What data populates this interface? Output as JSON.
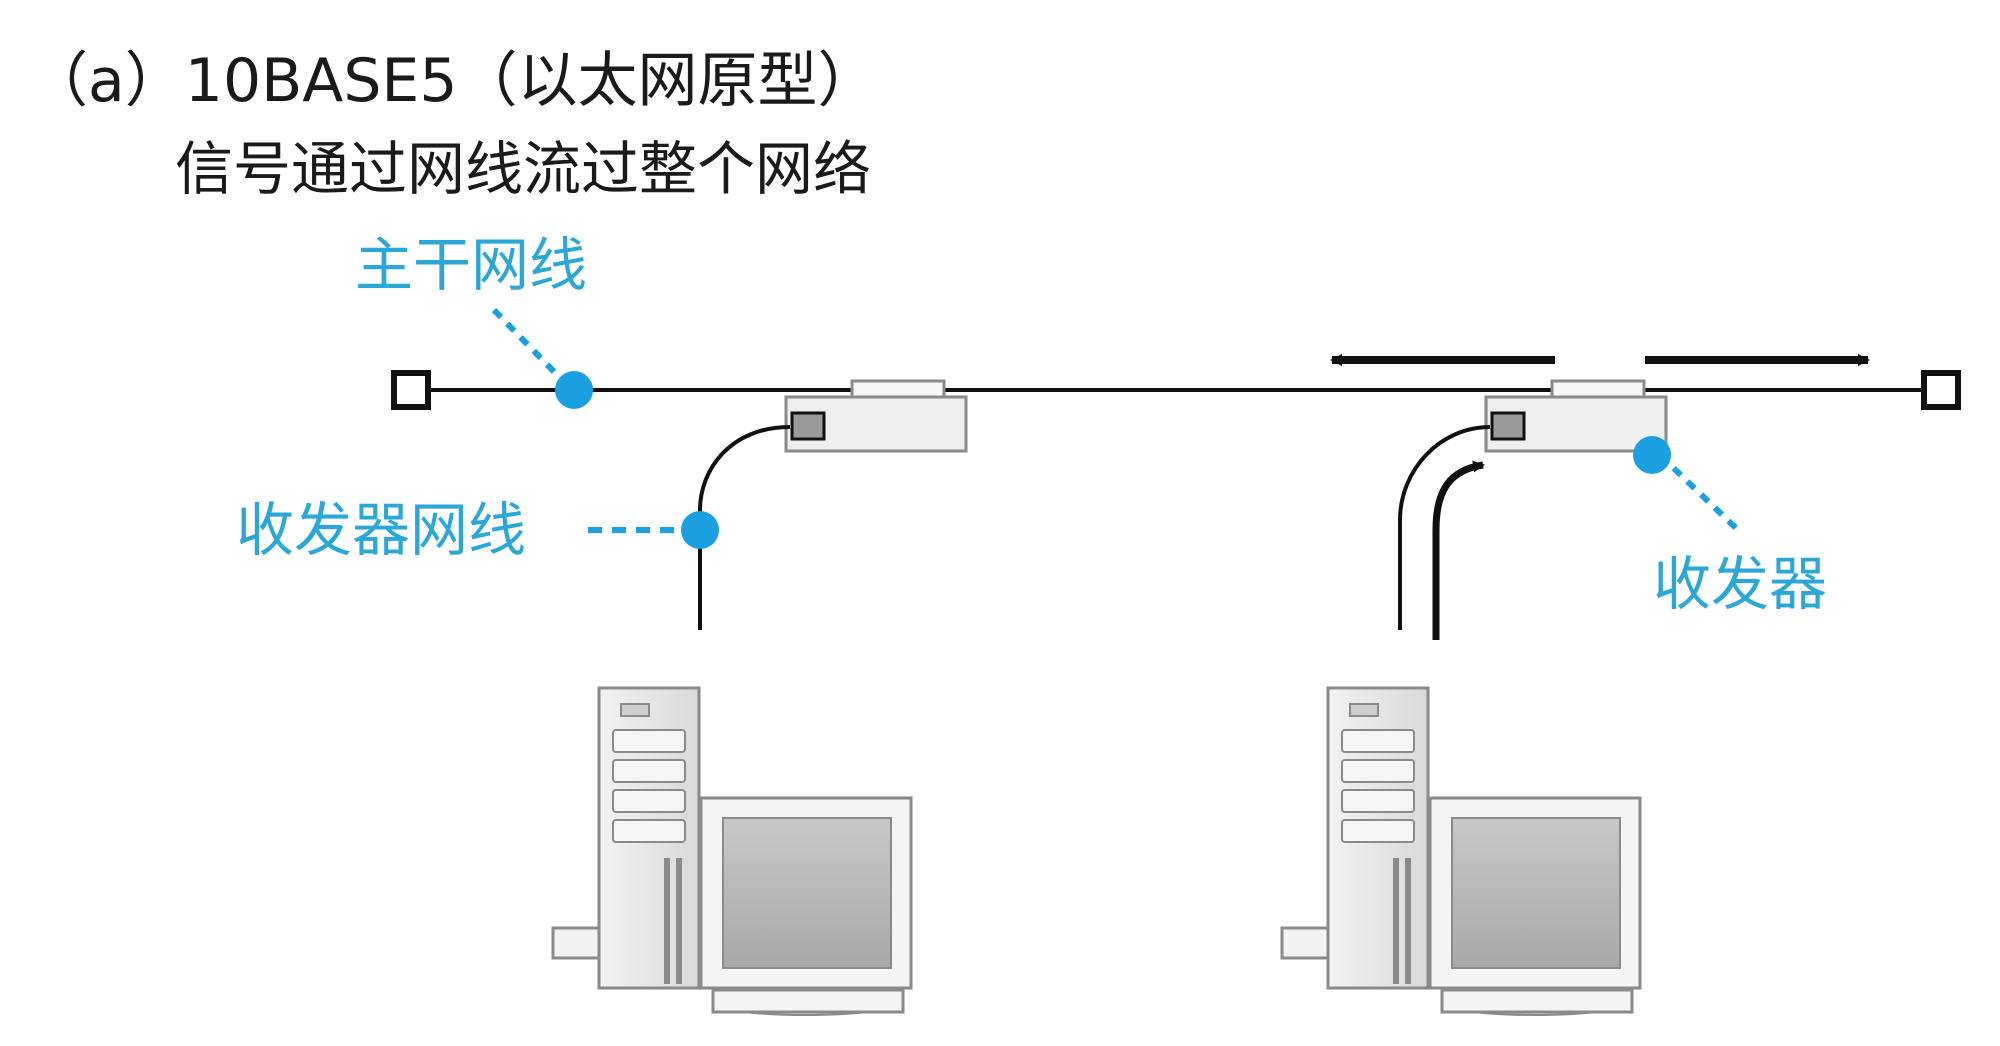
{
  "title": "（a）10BASE5（以太网原型）",
  "subtitle": "信号通过网线流过整个网络",
  "labels": {
    "trunk_cable": "主干网线",
    "transceiver_cable": "收发器网线",
    "transceiver": "收发器"
  },
  "colors": {
    "accent": "#1aa0e0",
    "label": "#2aa7d6",
    "line": "#111111",
    "device_fill": "#e6e6e6",
    "device_stroke": "#8a8a8a"
  },
  "icons": {
    "computer": "computer-icon",
    "terminator": "terminator-icon",
    "transceiver": "transceiver-icon",
    "arrow": "arrow-icon"
  }
}
